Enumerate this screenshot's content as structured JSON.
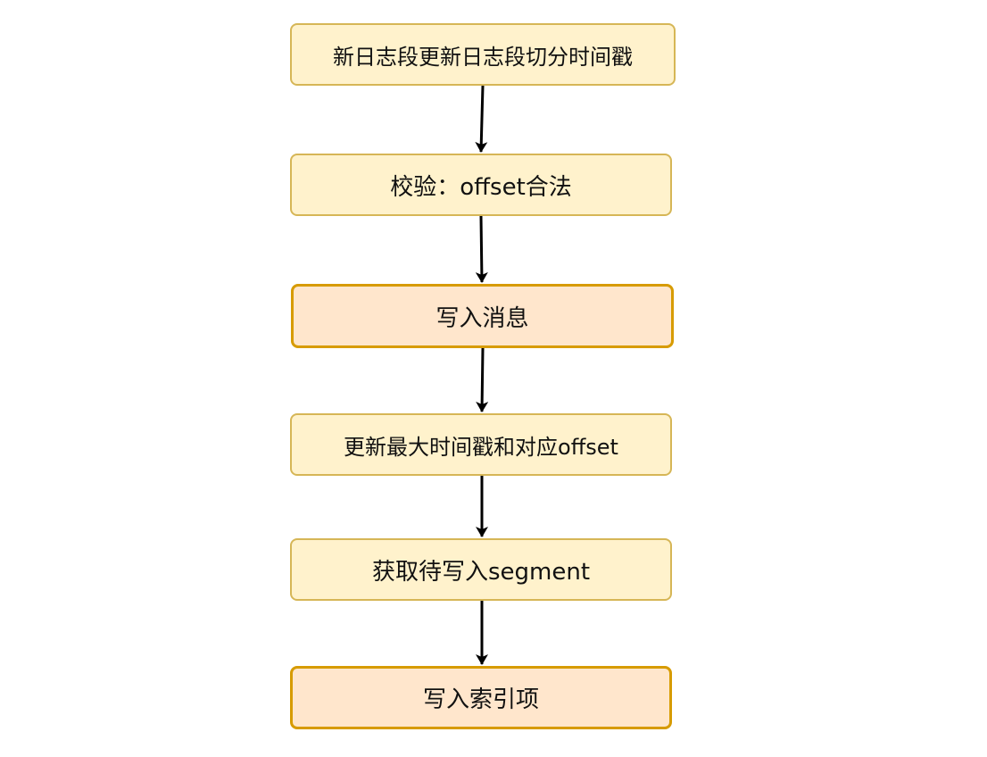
{
  "diagram": {
    "nodes": [
      {
        "id": "n1",
        "label": "新日志段更新日志段切分时间戳",
        "style": "light"
      },
      {
        "id": "n2",
        "label": "校验：offset合法",
        "style": "light"
      },
      {
        "id": "n3",
        "label": "写入消息",
        "style": "strong"
      },
      {
        "id": "n4",
        "label": "更新最大时间戳和对应offset",
        "style": "light"
      },
      {
        "id": "n5",
        "label": "获取待写入segment",
        "style": "light"
      },
      {
        "id": "n6",
        "label": "写入索引项",
        "style": "strong"
      }
    ],
    "edges": [
      {
        "from": "n1",
        "to": "n2"
      },
      {
        "from": "n2",
        "to": "n3"
      },
      {
        "from": "n3",
        "to": "n4"
      },
      {
        "from": "n4",
        "to": "n5"
      },
      {
        "from": "n5",
        "to": "n6"
      }
    ]
  }
}
